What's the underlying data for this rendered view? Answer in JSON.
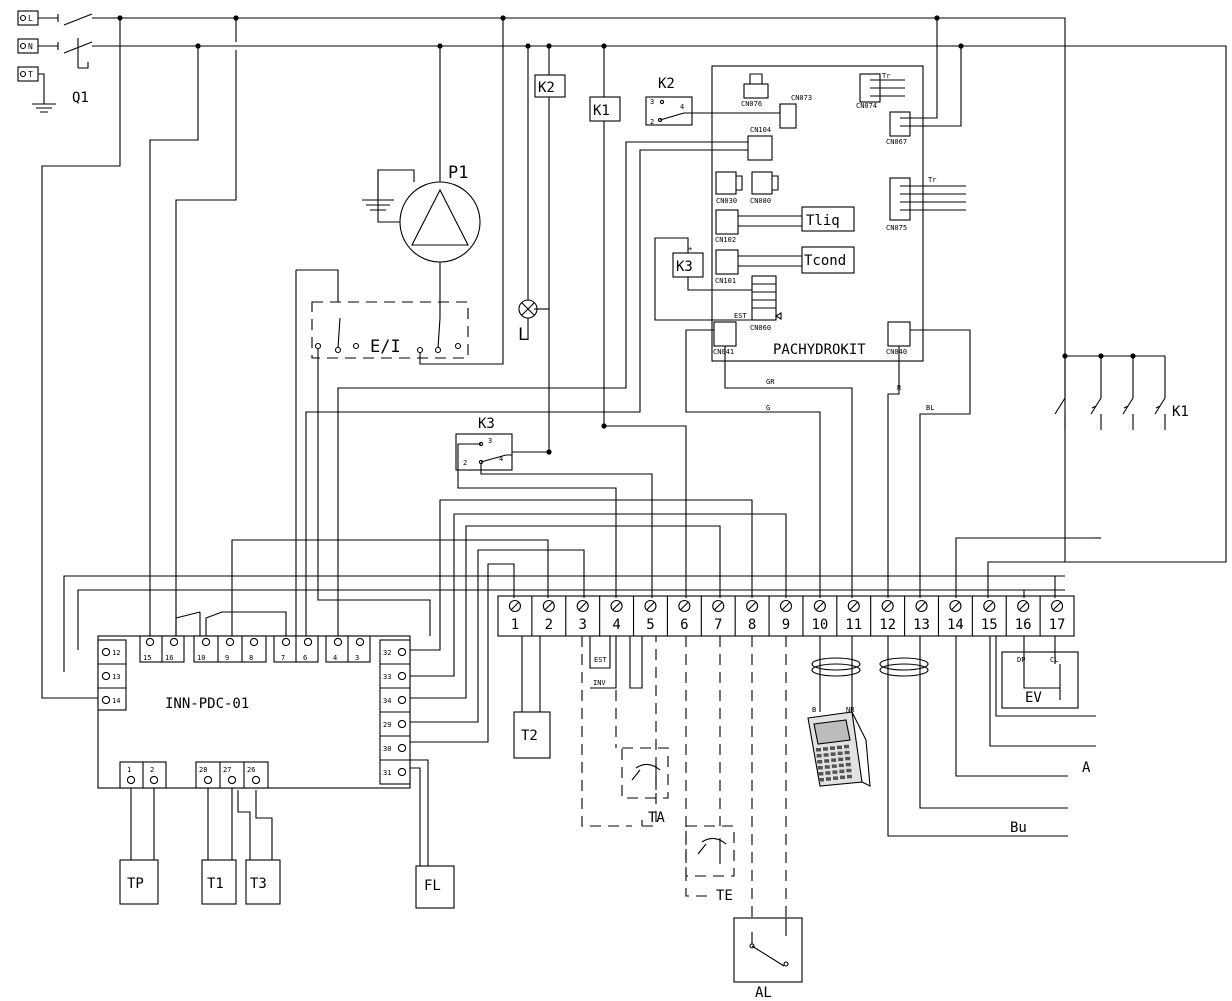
{
  "supply": {
    "line": "L",
    "neutral": "N",
    "earth": "T",
    "switch": "Q1"
  },
  "relays": {
    "k1": "K1",
    "k2": "K2",
    "k3": "K3"
  },
  "pump": "P1",
  "lamp": "L",
  "mode_switch": "E/I",
  "controller": "INN-PDC-01",
  "board": {
    "name": "PACHYDROKIT",
    "connectors": [
      "CN076",
      "CN073",
      "CN074",
      "CN067",
      "CN104",
      "CN030",
      "CN080",
      "CN102",
      "CN101",
      "CN060",
      "CN075",
      "CN041",
      "CN040"
    ],
    "sensors": {
      "liquid": "Tliq",
      "condenser": "Tcond"
    },
    "transformer": "Tr",
    "relay_plus": "+",
    "est": "EST"
  },
  "terminals": [
    "1",
    "2",
    "3",
    "4",
    "5",
    "6",
    "7",
    "8",
    "9",
    "10",
    "11",
    "12",
    "13",
    "14",
    "15",
    "16",
    "17"
  ],
  "controller_top": [
    "15",
    "16",
    "10",
    "9",
    "8",
    "7",
    "6",
    "4",
    "3"
  ],
  "controller_left": [
    "12",
    "13",
    "14"
  ],
  "controller_right": [
    "32",
    "33",
    "34",
    "29",
    "30",
    "31"
  ],
  "controller_bottom_a": [
    "1",
    "2"
  ],
  "controller_bottom_b": [
    "28",
    "27",
    "26"
  ],
  "k2_contacts": {
    "c3": "3",
    "c4": "4",
    "c2": "2"
  },
  "k3_contacts": {
    "c3": "3",
    "c4": "4",
    "c2": "2"
  },
  "wire_labels": {
    "gr": "GR",
    "g": "G",
    "r": "R",
    "bl": "BL",
    "b": "B",
    "nr": "NR",
    "est": "EST",
    "inv": "INV",
    "dp": "DP",
    "cl": "CL"
  },
  "devices": {
    "t2": "T2",
    "tp": "TP",
    "t1": "T1",
    "t3": "T3",
    "fl": "FL",
    "ev": "EV",
    "ta": "TA",
    "te": "TE",
    "al": "AL",
    "a": "A",
    "bu": "Bu"
  }
}
